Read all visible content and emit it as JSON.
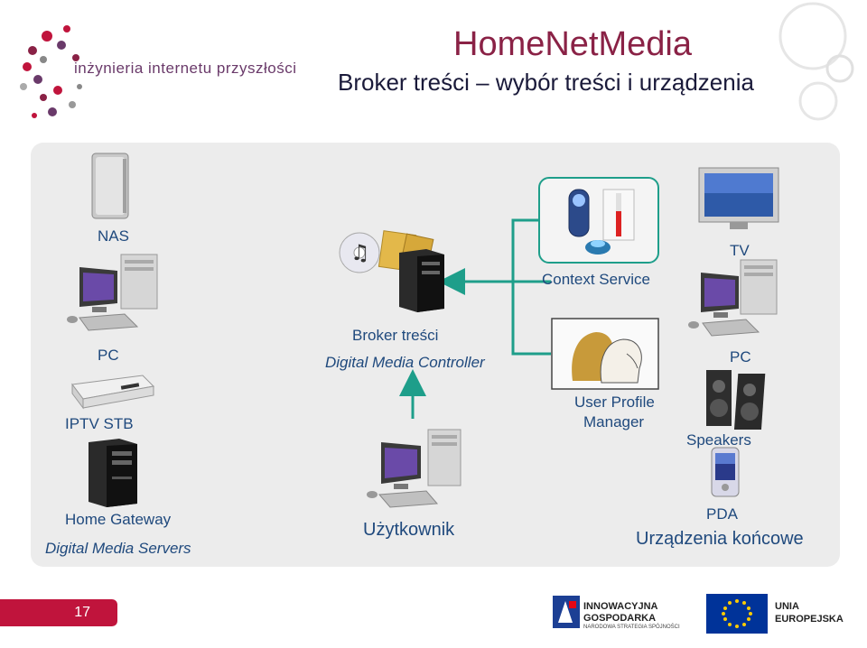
{
  "header": {
    "logo_text": "inżynieria internetu przyszłości",
    "title": "HomeNetMedia",
    "subtitle": "Broker treści  –  wybór treści i urządzenia"
  },
  "diagram": {
    "left": {
      "nas": "NAS",
      "pc": "PC",
      "iptv": "IPTV STB",
      "home_gateway": "Home Gateway",
      "digital_media_servers": "Digital Media Servers"
    },
    "center": {
      "broker": "Broker treści",
      "controller": "Digital Media Controller",
      "user": "Użytkownik"
    },
    "services": {
      "context": "Context Service",
      "user_profile_line1": "User Profile",
      "user_profile_line2": "Manager"
    },
    "right": {
      "tv": "TV",
      "pc": "PC",
      "speakers": "Speakers",
      "pda": "PDA",
      "end_devices": "Urządzenia końcowe"
    }
  },
  "footer": {
    "page_number": "17",
    "innov_line1": "INNOWACYJNA",
    "innov_line2": "GOSPODARKA",
    "innov_line3": "NARODOWA STRATEGIA SPÓJNOŚCI",
    "eu_line1": "UNIA",
    "eu_line2": "EUROPEJSKA"
  },
  "colors": {
    "title": "#8a2246",
    "label": "#1f497d",
    "arrow": "#1e9e8a",
    "panel": "#ececec",
    "badge": "#c0143c"
  }
}
